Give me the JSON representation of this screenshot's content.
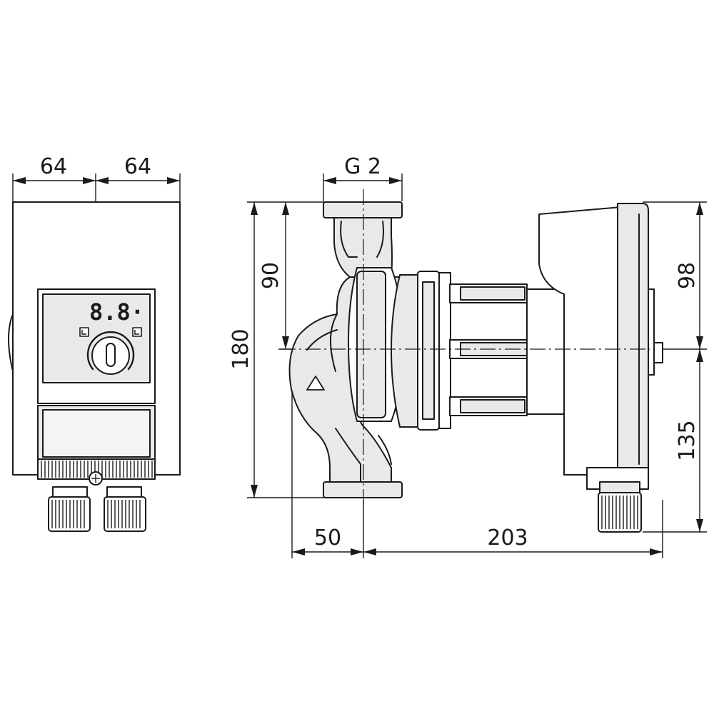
{
  "front_view": {
    "dim_width_left": "64",
    "dim_width_right": "64",
    "display_readout": "8.8·"
  },
  "side_view": {
    "dim_connection": "G 2",
    "dim_half_height": "90",
    "dim_total_height": "180",
    "dim_upper_motor": "98",
    "dim_lower_motor": "135",
    "dim_offset": "50",
    "dim_length": "203"
  },
  "colors": {
    "line": "#1a1a1a",
    "shade": "#e9e9e9",
    "background": "#ffffff"
  }
}
